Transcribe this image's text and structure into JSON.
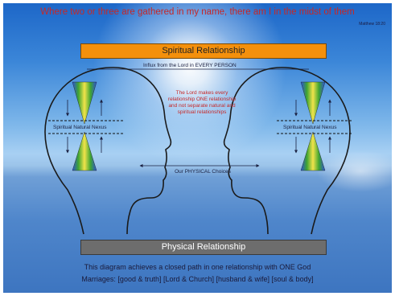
{
  "title": "Where two or three are gathered in my name, there am I in the midst of them",
  "citation": "Matthew 18:20",
  "spiritual_relationship": "Spiritual Relationship",
  "influx": "Influx from the Lord  in EVERY PERSON",
  "lord_note": "The Lord makes every relationship ONE relationship and not separate natural and spiritual relationships",
  "nexus_left": "Spiritual Natural Nexus",
  "nexus_right": "Spiritual Natural Nexus",
  "choices": "Our PHYSICAL Choices",
  "physical_relationship": "Physical Relationship",
  "footer_line1": "This diagram achieves a closed path in one relationship with ONE God",
  "footer_line2": "Marriages: [good & truth] [Lord & Church] [husband & wife] [soul & body]",
  "colors": {
    "title_red": "#c62828",
    "spiritual_bar": "#f4900c",
    "physical_bar": "#6d6d6d",
    "cone_blue": "#2a4fd8",
    "cone_green": "#3fa531",
    "cone_yellow": "#f2e34a"
  }
}
